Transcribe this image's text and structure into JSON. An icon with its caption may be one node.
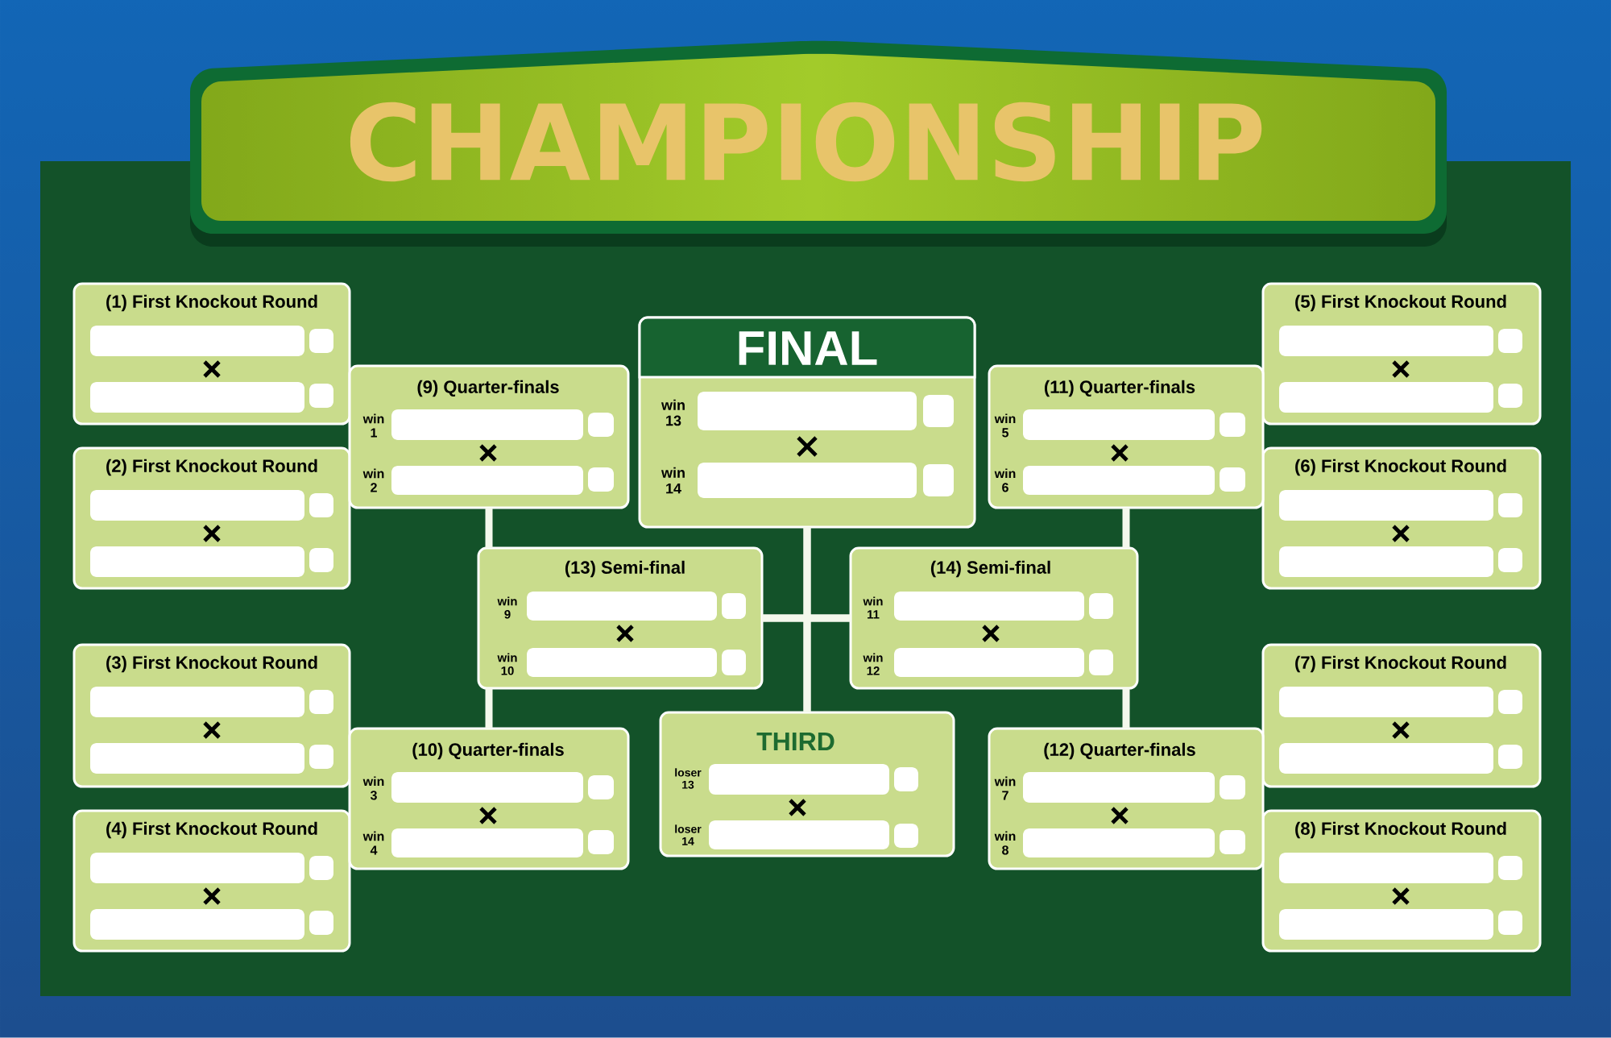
{
  "diagram": {
    "title": "CHAMPIONSHIP",
    "nodes": [
      {
        "text": [
          "(1) First Knockout Round"
        ]
      },
      {
        "text": [
          "(2) First Knockout Round"
        ]
      },
      {
        "text": [
          "(3) First Knockout Round"
        ]
      },
      {
        "text": [
          "(4) First Knockout Round"
        ]
      },
      {
        "text": [
          "(5) First Knockout Round"
        ]
      },
      {
        "text": [
          "(6) First Knockout Round"
        ]
      },
      {
        "text": [
          "(7) First Knockout Round"
        ]
      },
      {
        "text": [
          "(8) First Knockout Round"
        ]
      },
      {
        "text": [
          "(9) Quarter-finals",
          "win 1",
          "win 2"
        ]
      },
      {
        "text": [
          "(10) Quarter-finals",
          "win 3",
          "win 4"
        ]
      },
      {
        "text": [
          "(11) Quarter-finals",
          "win 5",
          "win 6"
        ]
      },
      {
        "text": [
          "(12) Quarter-finals",
          "win 7",
          "win 8"
        ]
      },
      {
        "text": [
          "(13) Semi-final",
          "win 9",
          "win 10"
        ]
      },
      {
        "text": [
          "(14) Semi-final",
          "win 11",
          "win 12"
        ]
      },
      {
        "text": [
          "FINAL",
          "win 13",
          "win 14"
        ]
      },
      {
        "text": [
          "THIRD",
          "loser 13",
          "loser 14"
        ]
      }
    ],
    "edges": [
      {
        "from": 8,
        "to": 12,
        "arrow": "none"
      },
      {
        "from": 9,
        "to": 12,
        "arrow": "none"
      },
      {
        "from": 10,
        "to": 13,
        "arrow": "none"
      },
      {
        "from": 11,
        "to": 13,
        "arrow": "none"
      },
      {
        "from": 12,
        "to": 14,
        "arrow": "none"
      },
      {
        "from": 13,
        "to": 14,
        "arrow": "none"
      },
      {
        "from": 12,
        "to": 15,
        "arrow": "none"
      },
      {
        "from": 13,
        "to": 15,
        "arrow": "none"
      }
    ]
  }
}
